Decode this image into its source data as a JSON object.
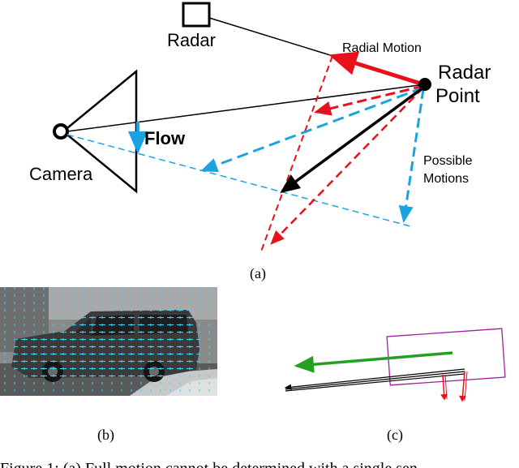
{
  "panel_a": {
    "radar_label": "Radar",
    "radial_motion_label": "Radial Motion",
    "radar_point_label_line1": "Radar",
    "radar_point_label_line2": "Point",
    "flow_label": "Flow",
    "camera_label": "Camera",
    "possible_motions_line1": "Possible",
    "possible_motions_line2": "Motions",
    "caption": "(a)"
  },
  "panel_b": {
    "caption": "(b)"
  },
  "panel_c": {
    "caption": "(c)"
  },
  "figure_caption": "Figure 1: (a) Full motion cannot be determined with a single sen",
  "colors": {
    "radial_red": "#e8101a",
    "flow_blue": "#1aa3e0",
    "black": "#000000",
    "green": "#22a022",
    "purple": "#a020a0"
  }
}
